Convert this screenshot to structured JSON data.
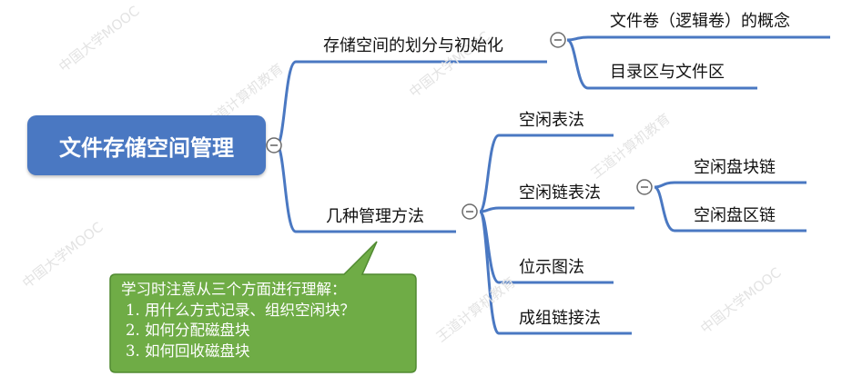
{
  "root": {
    "label": "文件存储空间管理"
  },
  "branches": [
    {
      "label": "存储空间的划分与初始化",
      "children": [
        {
          "label": "文件卷（逻辑卷）的概念"
        },
        {
          "label": "目录区与文件区"
        }
      ]
    },
    {
      "label": "几种管理方法",
      "children": [
        {
          "label": "空闲表法"
        },
        {
          "label": "空闲链表法",
          "children": [
            {
              "label": "空闲盘块链"
            },
            {
              "label": "空闲盘区链"
            }
          ]
        },
        {
          "label": "位示图法"
        },
        {
          "label": "成组链接法"
        }
      ]
    }
  ],
  "callout": {
    "heading": "学习时注意从三个方面进行理解：",
    "items": [
      "用什么方式记录、组织空闲块？",
      "如何分配磁盘块",
      "如何回收磁盘块"
    ]
  },
  "watermark": {
    "text_a": "中国大学MOOC",
    "text_b": "王道计算机教育"
  },
  "colors": {
    "root": "#4a78c2",
    "line": "#4a78c2",
    "callout": "#6fac46",
    "callout_border": "#508a31"
  }
}
